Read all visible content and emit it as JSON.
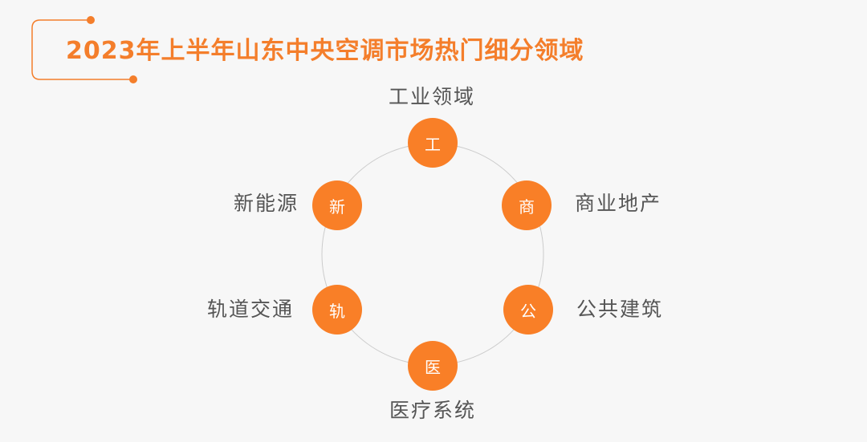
{
  "title": "2023年上半年山东中央空调市场热门细分领域",
  "colors": {
    "accent": "#f97f27",
    "ring": "#cccccc",
    "label": "#555555",
    "background": "#f7f7f7"
  },
  "segments": [
    {
      "short": "工",
      "label": "工业领域"
    },
    {
      "short": "商",
      "label": "商业地产"
    },
    {
      "short": "公",
      "label": "公共建筑"
    },
    {
      "short": "医",
      "label": "医疗系统"
    },
    {
      "short": "轨",
      "label": "轨道交通"
    },
    {
      "short": "新",
      "label": "新能源"
    }
  ]
}
